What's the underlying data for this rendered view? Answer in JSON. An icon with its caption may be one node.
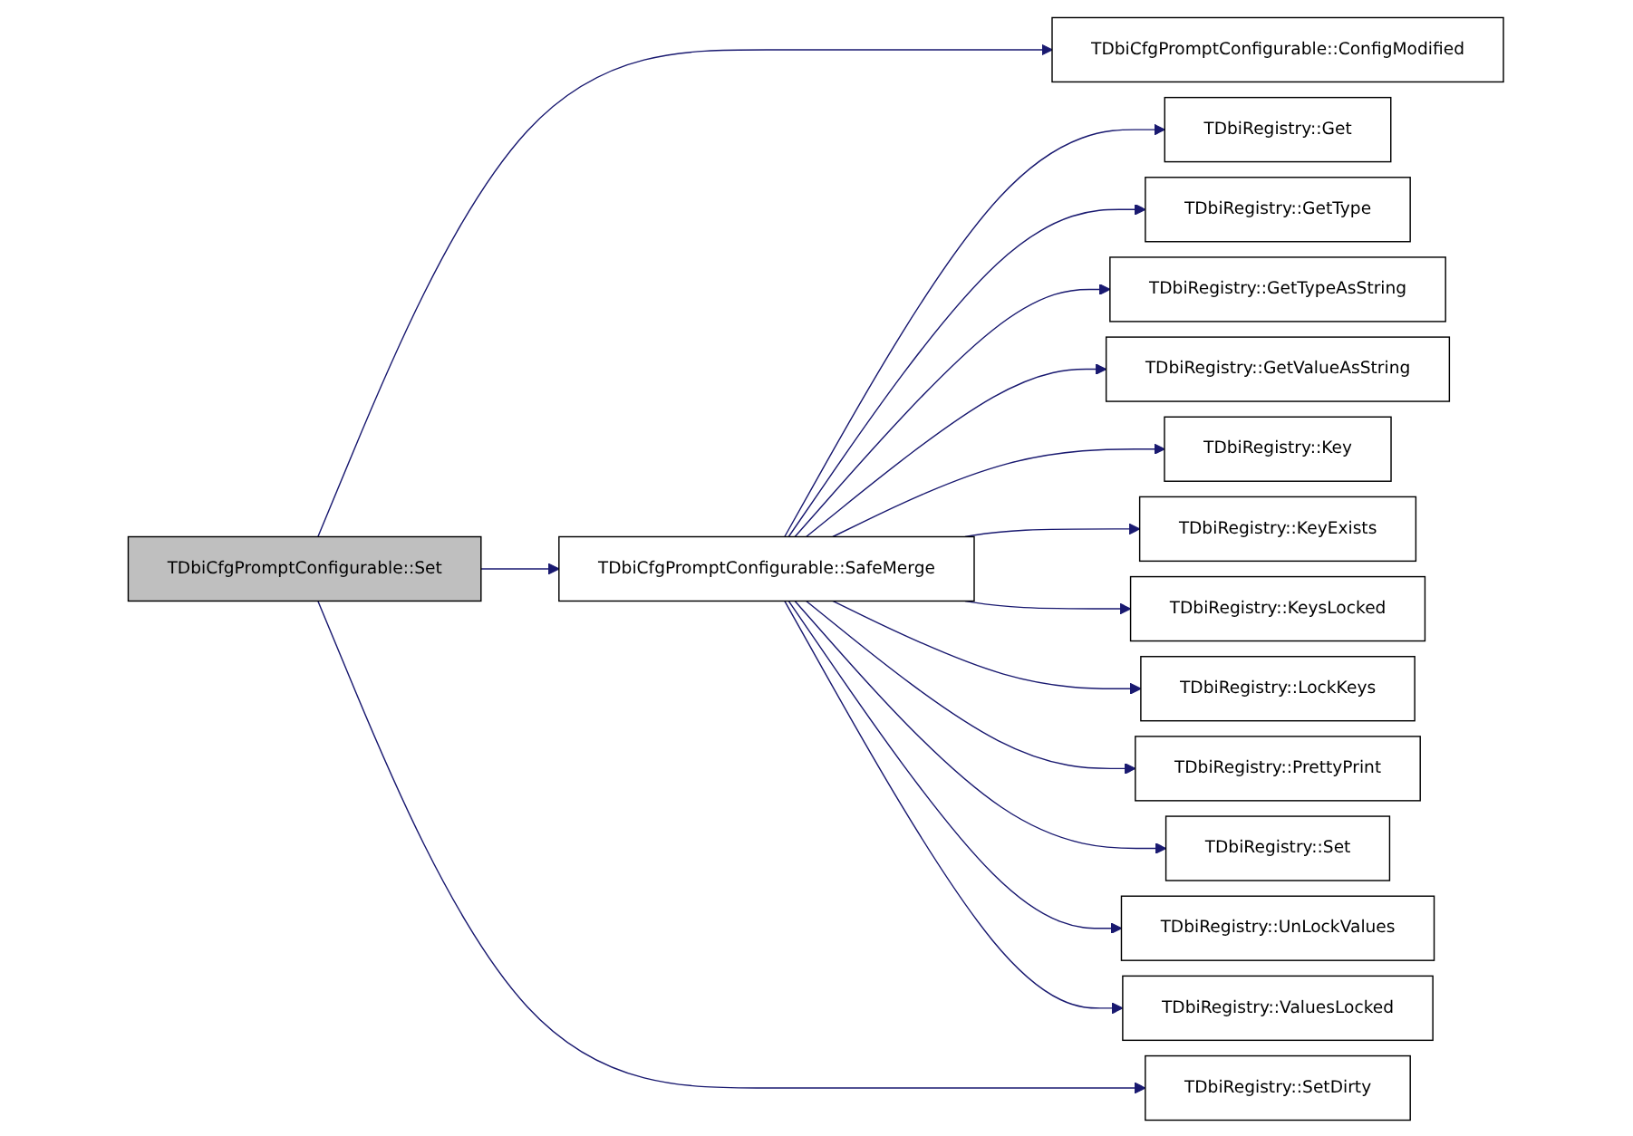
{
  "diagram": {
    "nodes": [
      {
        "text": [
          "TDbiCfgPromptConfigurable::Set"
        ]
      },
      {
        "text": [
          "TDbiCfgPromptConfigurable::ConfigModified"
        ]
      },
      {
        "text": [
          "TDbiCfgPromptConfigurable::SafeMerge"
        ]
      },
      {
        "text": [
          "TDbiRegistry::SetDirty"
        ]
      },
      {
        "text": [
          "TDbiRegistry::Get"
        ]
      },
      {
        "text": [
          "TDbiRegistry::GetType"
        ]
      },
      {
        "text": [
          "TDbiRegistry::GetTypeAsString"
        ]
      },
      {
        "text": [
          "TDbiRegistry::GetValueAsString"
        ]
      },
      {
        "text": [
          "TDbiRegistry::Key"
        ]
      },
      {
        "text": [
          "TDbiRegistry::KeyExists"
        ]
      },
      {
        "text": [
          "TDbiRegistry::KeysLocked"
        ]
      },
      {
        "text": [
          "TDbiRegistry::LockKeys"
        ]
      },
      {
        "text": [
          "TDbiRegistry::PrettyPrint"
        ]
      },
      {
        "text": [
          "TDbiRegistry::Set"
        ]
      },
      {
        "text": [
          "TDbiRegistry::UnLockValues"
        ]
      },
      {
        "text": [
          "TDbiRegistry::ValuesLocked"
        ]
      }
    ],
    "edges": [
      {
        "from": 0,
        "to": 1,
        "arrow": "to"
      },
      {
        "from": 0,
        "to": 2,
        "arrow": "to"
      },
      {
        "from": 0,
        "to": 3,
        "arrow": "to"
      },
      {
        "from": 2,
        "to": 4,
        "arrow": "to"
      },
      {
        "from": 2,
        "to": 5,
        "arrow": "to"
      },
      {
        "from": 2,
        "to": 6,
        "arrow": "to"
      },
      {
        "from": 2,
        "to": 7,
        "arrow": "to"
      },
      {
        "from": 2,
        "to": 8,
        "arrow": "to"
      },
      {
        "from": 2,
        "to": 9,
        "arrow": "to"
      },
      {
        "from": 2,
        "to": 10,
        "arrow": "to"
      },
      {
        "from": 2,
        "to": 11,
        "arrow": "to"
      },
      {
        "from": 2,
        "to": 12,
        "arrow": "to"
      },
      {
        "from": 2,
        "to": 13,
        "arrow": "to"
      },
      {
        "from": 2,
        "to": 14,
        "arrow": "to"
      },
      {
        "from": 2,
        "to": 15,
        "arrow": "to"
      }
    ]
  }
}
